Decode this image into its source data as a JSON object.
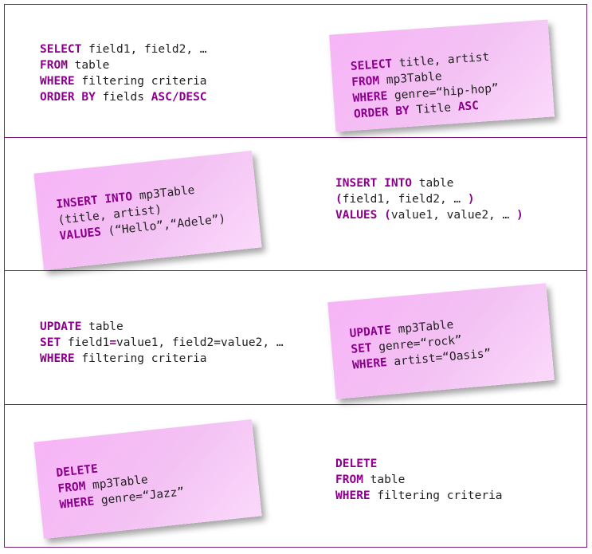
{
  "sections": [
    {
      "syntax": [
        [
          {
            "k": "SELECT "
          },
          {
            "t": "field1, field2, …"
          }
        ],
        [
          {
            "k": "FROM "
          },
          {
            "t": "table"
          }
        ],
        [
          {
            "k": "WHERE "
          },
          {
            "t": "filtering criteria"
          }
        ],
        [
          {
            "k": "ORDER BY "
          },
          {
            "t": "fields "
          },
          {
            "k": "ASC/DESC"
          }
        ]
      ],
      "example": [
        [
          {
            "k": "SELECT "
          },
          {
            "t": "title, artist"
          }
        ],
        [
          {
            "k": "FROM "
          },
          {
            "t": "mp3Table"
          }
        ],
        [
          {
            "k": "WHERE "
          },
          {
            "t": "genre=“hip-hop”"
          }
        ],
        [
          {
            "k": "ORDER BY "
          },
          {
            "t": "Title "
          },
          {
            "k": "ASC"
          }
        ]
      ]
    },
    {
      "syntax": [
        [
          {
            "k": "INSERT INTO "
          },
          {
            "t": "table"
          }
        ],
        [
          {
            "k": "("
          },
          {
            "t": "field1, field2, … "
          },
          {
            "k": ")"
          }
        ],
        [
          {
            "k": "VALUES ("
          },
          {
            "t": "value1, value2, … "
          },
          {
            "k": ")"
          }
        ]
      ],
      "example": [
        [
          {
            "k": "INSERT INTO "
          },
          {
            "t": "mp3Table"
          }
        ],
        [
          {
            "t": "(title, artist)"
          }
        ],
        [
          {
            "k": "VALUES "
          },
          {
            "t": "(“Hello”,“Adele”)"
          }
        ]
      ]
    },
    {
      "syntax": [
        [
          {
            "k": "UPDATE "
          },
          {
            "t": "table"
          }
        ],
        [
          {
            "k": "SET "
          },
          {
            "t": "field1"
          },
          {
            "k": "="
          },
          {
            "t": "value1, field2=value2, …"
          }
        ],
        [
          {
            "k": "WHERE "
          },
          {
            "t": "filtering criteria"
          }
        ]
      ],
      "example": [
        [
          {
            "k": "UPDATE "
          },
          {
            "t": "mp3Table"
          }
        ],
        [
          {
            "k": "SET "
          },
          {
            "t": "genre=“rock”"
          }
        ],
        [
          {
            "k": "WHERE "
          },
          {
            "t": "artist=“Oasis”"
          }
        ]
      ]
    },
    {
      "syntax": [
        [
          {
            "k": "DELETE"
          }
        ],
        [
          {
            "k": "FROM "
          },
          {
            "t": "table"
          }
        ],
        [
          {
            "k": "WHERE "
          },
          {
            "t": "filtering criteria"
          }
        ]
      ],
      "example": [
        [
          {
            "k": "DELETE"
          }
        ],
        [
          {
            "k": "FROM "
          },
          {
            "t": "mp3Table"
          }
        ],
        [
          {
            "k": "WHERE "
          },
          {
            "t": "genre=“Jazz”"
          }
        ]
      ]
    }
  ],
  "colors": {
    "keyword": "#8b008b",
    "text": "#222222",
    "border": "#7a1f7a",
    "note": "#f5bdf5"
  }
}
